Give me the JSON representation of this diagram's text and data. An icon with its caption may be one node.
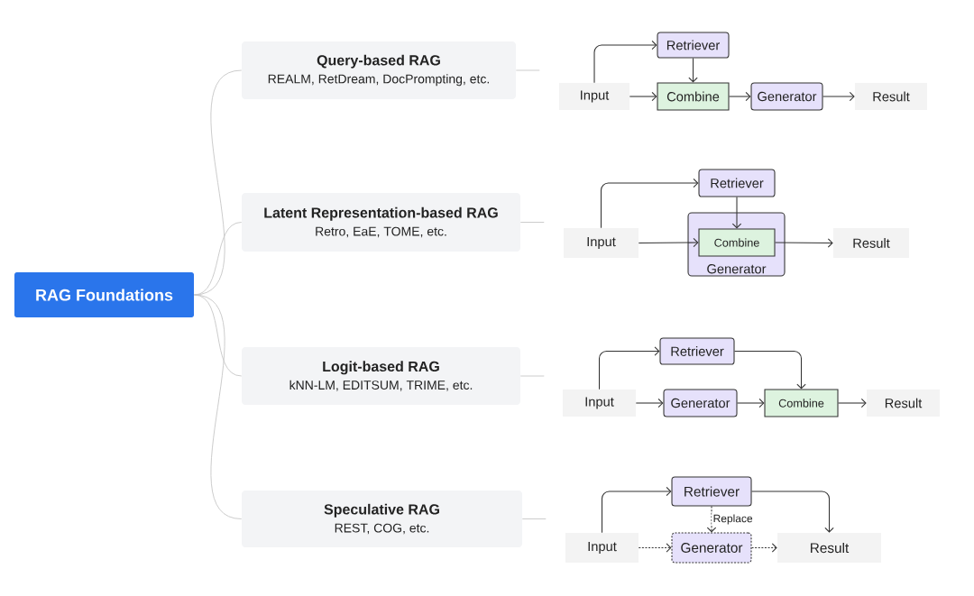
{
  "diagram": {
    "nodes": [
      {
        "text": [
          "RAG Foundations"
        ]
      },
      {
        "text": [
          "Query-based RAG",
          "REALM, RetDream, DocPrompting, etc."
        ]
      },
      {
        "text": [
          "Latent Representation-based RAG",
          "Retro, EaE, TOME, etc."
        ]
      },
      {
        "text": [
          "Logit-based RAG",
          "kNN-LM, EDITSUM, TRIME, etc."
        ]
      },
      {
        "text": [
          "Speculative RAG",
          "REST, COG, etc."
        ]
      },
      {
        "text": [
          "Input"
        ]
      },
      {
        "text": [
          "Retriever"
        ]
      },
      {
        "text": [
          "Combine"
        ]
      },
      {
        "text": [
          "Generator"
        ]
      },
      {
        "text": [
          "Result"
        ]
      },
      {
        "text": [
          "Input"
        ]
      },
      {
        "text": [
          "Retriever"
        ]
      },
      {
        "text": [
          "Generator"
        ]
      },
      {
        "text": [
          "Combine"
        ],
        "in": 12
      },
      {
        "text": [
          "Result"
        ]
      },
      {
        "text": [
          "Input"
        ]
      },
      {
        "text": [
          "Retriever"
        ]
      },
      {
        "text": [
          "Generator"
        ]
      },
      {
        "text": [
          "Combine"
        ]
      },
      {
        "text": [
          "Result"
        ]
      },
      {
        "text": [
          "Input"
        ]
      },
      {
        "text": [
          "Retriever"
        ]
      },
      {
        "text": [
          "Generator"
        ]
      },
      {
        "text": [
          "Result"
        ]
      }
    ],
    "edges": [
      {
        "from": 0,
        "to": 1,
        "arrow": "none",
        "color": "#c8c8c8"
      },
      {
        "from": 0,
        "to": 2,
        "arrow": "none",
        "color": "#c8c8c8"
      },
      {
        "from": 0,
        "to": 3,
        "arrow": "none",
        "color": "#c8c8c8"
      },
      {
        "from": 0,
        "to": 4,
        "arrow": "none",
        "color": "#c8c8c8"
      },
      {
        "from": 1,
        "to": null,
        "arrow": "none",
        "color": "#c8c8c8"
      },
      {
        "from": 2,
        "to": null,
        "arrow": "none",
        "color": "#c8c8c8"
      },
      {
        "from": 3,
        "to": null,
        "arrow": "none",
        "color": "#c8c8c8"
      },
      {
        "from": 4,
        "to": null,
        "arrow": "none",
        "color": "#c8c8c8"
      },
      {
        "from": 5,
        "to": 6,
        "arrow": "to"
      },
      {
        "from": 5,
        "to": 7,
        "arrow": "to"
      },
      {
        "from": 6,
        "to": 7,
        "arrow": "to"
      },
      {
        "from": 7,
        "to": 8,
        "arrow": "to"
      },
      {
        "from": 8,
        "to": 9,
        "arrow": "to"
      },
      {
        "from": 10,
        "to": 11,
        "arrow": "to"
      },
      {
        "from": 10,
        "to": 13,
        "arrow": "to"
      },
      {
        "from": 11,
        "to": 13,
        "arrow": "to"
      },
      {
        "from": 13,
        "to": 14,
        "arrow": "to"
      },
      {
        "from": 15,
        "to": 16,
        "arrow": "to"
      },
      {
        "from": 15,
        "to": 17,
        "arrow": "to"
      },
      {
        "from": 16,
        "to": 18,
        "arrow": "to"
      },
      {
        "from": 17,
        "to": 18,
        "arrow": "to"
      },
      {
        "from": 18,
        "to": 19,
        "arrow": "to"
      },
      {
        "from": 20,
        "to": 21,
        "arrow": "to"
      },
      {
        "from": 21,
        "to": 22,
        "arrow": "to",
        "style": "dashed",
        "label": "Replace"
      },
      {
        "from": 20,
        "to": 22,
        "arrow": "to",
        "style": "dashed"
      },
      {
        "from": 22,
        "to": 23,
        "arrow": "to",
        "style": "dashed"
      },
      {
        "from": 21,
        "to": 23,
        "arrow": "to"
      }
    ]
  }
}
